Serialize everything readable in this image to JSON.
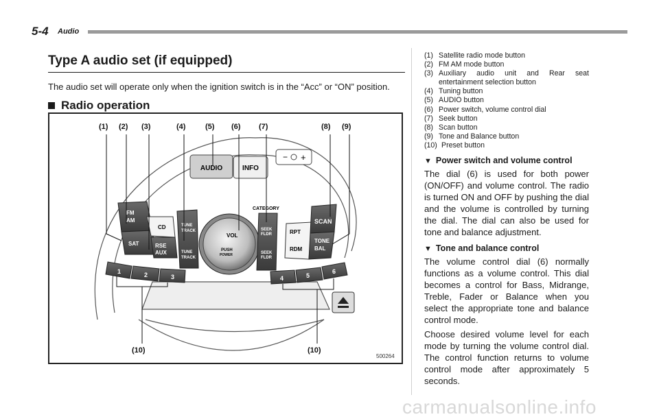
{
  "header": {
    "page_number": "5-4",
    "section": "Audio"
  },
  "title": "Type A audio set (if equipped)",
  "intro": "The audio set will operate only when the ignition switch is in the “Acc” or “ON” position.",
  "radio_heading": "Radio operation",
  "figure": {
    "callouts": [
      "(1)",
      "(2)",
      "(3)",
      "(4)",
      "(5)",
      "(6)",
      "(7)",
      "(8)",
      "(9)",
      "(10)",
      "(10)"
    ],
    "figure_id": "500264",
    "button_labels": {
      "audio": "AUDIO",
      "info": "INFO",
      "fm": "FM",
      "am": "AM",
      "sat": "SAT",
      "cd": "CD",
      "rse": "RSE",
      "aux": "AUX",
      "tune_up": "TUNE",
      "tune_up2": "TRACK",
      "tune_dn": "TUNE",
      "tune_dn2": "TRACK",
      "vol": "VOL",
      "push": "PUSH",
      "power": "POWER",
      "category": "CATEGORY",
      "seek_up": "SEEK",
      "seek_up2": "FLDR",
      "seek_dn": "SEEK",
      "seek_dn2": "FLDR",
      "rpt": "RPT",
      "rdm": "RDM",
      "scan": "SCAN",
      "tone": "TONE",
      "bal": "BAL",
      "p1": "1",
      "p2": "2",
      "p3": "3",
      "p4": "4",
      "p5": "5",
      "p6": "6"
    }
  },
  "legend": [
    {
      "num": "(1)",
      "text": "Satellite radio mode button"
    },
    {
      "num": "(2)",
      "text": "FM AM mode button"
    },
    {
      "num": "(3)",
      "text": "Auxiliary audio unit and Rear seat entertainment selection button"
    },
    {
      "num": "(4)",
      "text": "Tuning button"
    },
    {
      "num": "(5)",
      "text": "AUDIO button"
    },
    {
      "num": "(6)",
      "text": "Power switch, volume control dial"
    },
    {
      "num": "(7)",
      "text": "Seek button"
    },
    {
      "num": "(8)",
      "text": "Scan button"
    },
    {
      "num": "(9)",
      "text": "Tone and Balance button"
    },
    {
      "num": "(10)",
      "text": "Preset button"
    }
  ],
  "power_heading": "Power switch and volume control",
  "power_text": "The dial (6) is used for both power (ON/OFF) and volume control. The radio is turned ON and OFF by pushing the dial and the volume is controlled by turning the dial. The dial can also be used for tone and balance adjustment.",
  "tone_heading": "Tone and balance control",
  "tone_text_1": "The volume control dial (6) normally functions as a volume control. This dial becomes a control for Bass, Midrange, Treble, Fader or Balance when you select the appropriate tone and balance control mode.",
  "tone_text_2": "Choose desired volume level for each mode by turning the volume control dial. The control function returns to volume control mode after approximately 5 seconds.",
  "watermark": "carmanualsonline.info"
}
